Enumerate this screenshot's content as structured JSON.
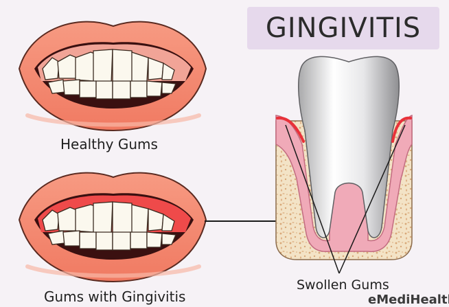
{
  "title": "GINGIVITIS",
  "labels": {
    "healthy": "Healthy Gums",
    "gingivitis": "Gums with Gingivitis",
    "swollen": "Swollen Gums"
  },
  "brand": "eMediHealth",
  "colors": {
    "background": "#f6f2f6",
    "title_box": "#e6d9ec",
    "lips": "#f5876e",
    "teeth": "#fbf8ee",
    "inflamed_gum": "#e8323a",
    "bone": "#f3e3c6",
    "gum_pink": "#f0aab8"
  }
}
